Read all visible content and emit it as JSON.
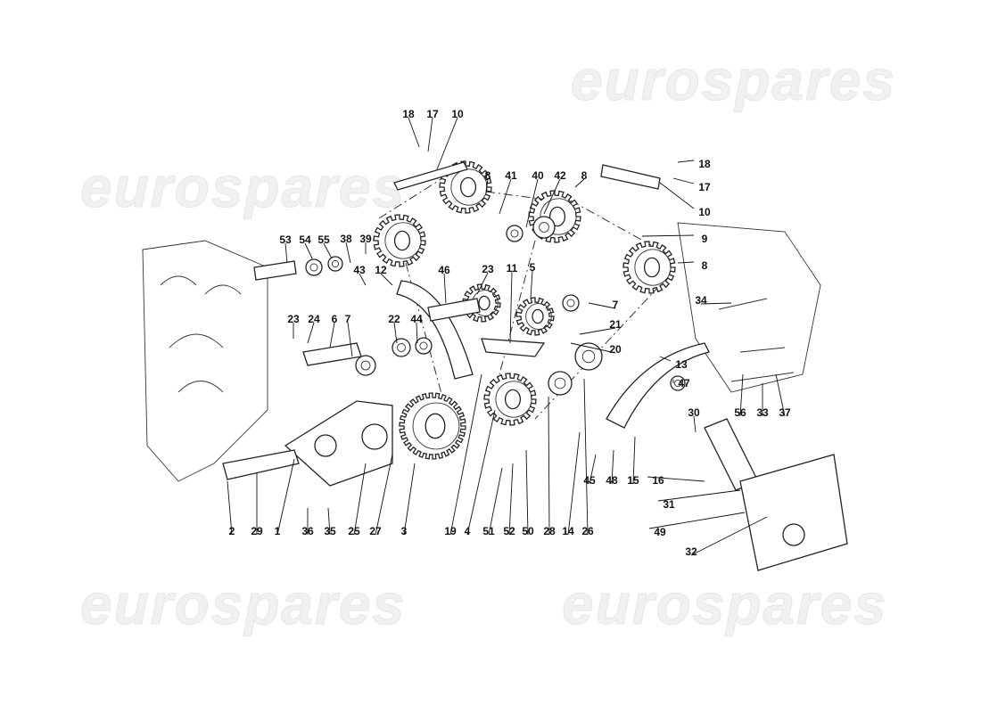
{
  "diagram": {
    "watermark": "eurospares",
    "line_color": "#222222",
    "watermark_color": "#eeeeee",
    "callouts": [
      "18",
      "17",
      "10",
      "8",
      "41",
      "40",
      "42",
      "8",
      "18",
      "17",
      "10",
      "9",
      "8",
      "53",
      "54",
      "55",
      "38",
      "39",
      "43",
      "12",
      "46",
      "23",
      "11",
      "5",
      "7",
      "34",
      "23",
      "24",
      "6",
      "7",
      "22",
      "44",
      "21",
      "20",
      "13",
      "47",
      "30",
      "56",
      "33",
      "37",
      "45",
      "48",
      "15",
      "16",
      "31",
      "49",
      "32",
      "2",
      "29",
      "1",
      "36",
      "35",
      "25",
      "27",
      "3",
      "19",
      "4",
      "51",
      "52",
      "50",
      "28",
      "14",
      "26"
    ]
  }
}
